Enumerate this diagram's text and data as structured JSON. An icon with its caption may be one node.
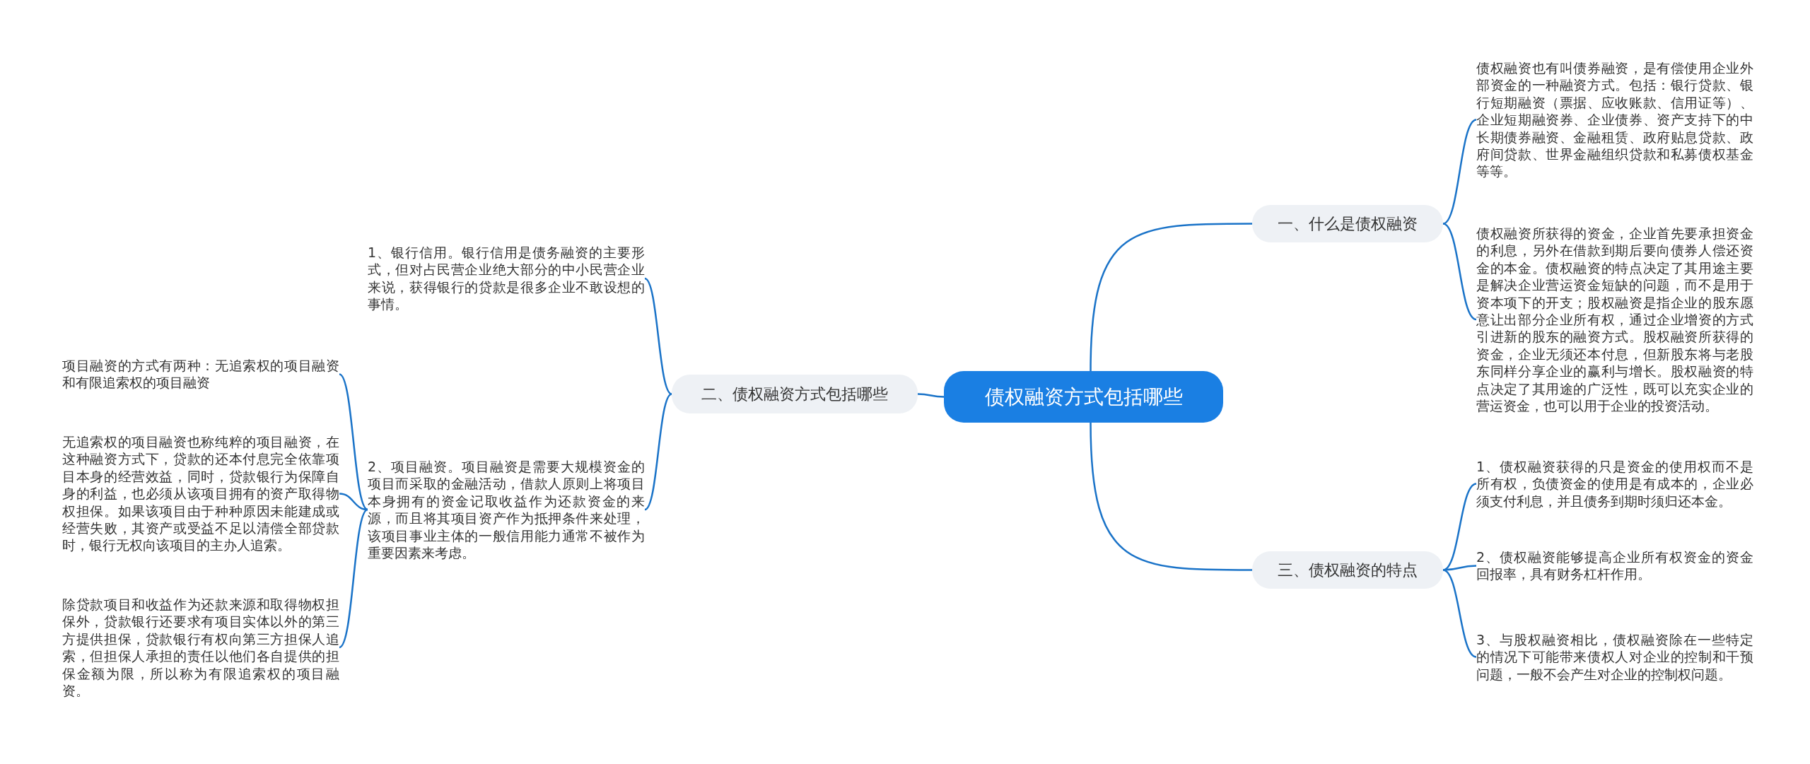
{
  "diagram": {
    "nodes": [
      {
        "text": [
          "债权融资方式包括哪些"
        ]
      },
      {
        "text": [
          "一、什么是债权融资"
        ]
      },
      {
        "text": [
          "债权融资也有叫债券融资，是有偿使用企业外部资金的一种融资方式。包括：银行贷款、银行短期融资（票据、应收账款、信用证等）、企业短期融资券、企业债券、资产支持下的中长期债券融资、金融租赁、政府贴息贷款、政府间贷款、世界金融组织贷款和私募债权基金等等。"
        ]
      },
      {
        "text": [
          "债权融资所获得的资金，企业首先要承担资金的利息，另外在借款到期后要向债券人偿还资金的本金。债权融资的特点决定了其用途主要是解决企业营运资金短缺的问题，而不是用于资本项下的开支；股权融资是指企业的股东愿意让出部分企业所有权，通过企业增资的方式引进新的股东的融资方式。股权融资所获得的资金，企业无须还本付息，但新股东将与老股东同样分享企业的赢利与增长。股权融资的特点决定了其用途的广泛性，既可以充实企业的营运资金，也可以用于企业的投资活动。"
        ]
      },
      {
        "text": [
          "三、债权融资的特点"
        ]
      },
      {
        "text": [
          "1、债权融资获得的只是资金的使用权而不是所有权，负债资金的使用是有成本的，企业必须支付利息，并且债务到期时须归还本金。"
        ]
      },
      {
        "text": [
          "2、债权融资能够提高企业所有权资金的资金回报率，具有财务杠杆作用。"
        ]
      },
      {
        "text": [
          "3、与股权融资相比，债权融资除在一些特定的情况下可能带来债权人对企业的控制和干预问题，一般不会产生对企业的控制权问题。"
        ]
      },
      {
        "text": [
          "二、债权融资方式包括哪些"
        ]
      },
      {
        "text": [
          "1、银行信用。银行信用是债务融资的主要形式，但对占民营企业绝大部分的中小民营企业来说，获得银行的贷款是很多企业不敢设想的事情。"
        ]
      },
      {
        "text": [
          "2、项目融资。项目融资是需要大规模资金的项目而采取的金融活动，借款人原则上将项目本身拥有的资金记取收益作为还款资金的来源，而且将其项目资产作为抵押条件来处理，该项目事业主体的一般信用能力通常不被作为重要因素来考虑。"
        ]
      },
      {
        "text": [
          "项目融资的方式有两种：无追索权的项目融资和有限追索权的项目融资"
        ]
      },
      {
        "text": [
          "无追索权的项目融资也称纯粹的项目融资，在这种融资方式下，贷款的还本付息完全依靠项目本身的经营效益，同时，贷款银行为保障自身的利益，也必须从该项目拥有的资产取得物权担保。如果该项目由于种种原因未能建成或经营失败，其资产或受益不足以清偿全部贷款时，银行无权向该项目的主办人追索。"
        ]
      },
      {
        "text": [
          "除贷款项目和收益作为还款来源和取得物权担保外，贷款银行还要求有项目实体以外的第三方提供担保，贷款银行有权向第三方担保人追索，但担保人承担的责任以他们各自提供的担保金额为限，所以称为有限追索权的项目融资。"
        ]
      }
    ],
    "edges": [
      {
        "from": 0,
        "to": 1,
        "arrow": "none"
      },
      {
        "from": 1,
        "to": 2,
        "arrow": "none"
      },
      {
        "from": 1,
        "to": 3,
        "arrow": "none"
      },
      {
        "from": 0,
        "to": 4,
        "arrow": "none"
      },
      {
        "from": 4,
        "to": 5,
        "arrow": "none"
      },
      {
        "from": 4,
        "to": 6,
        "arrow": "none"
      },
      {
        "from": 4,
        "to": 7,
        "arrow": "none"
      },
      {
        "from": 0,
        "to": 8,
        "arrow": "none"
      },
      {
        "from": 8,
        "to": 9,
        "arrow": "none"
      },
      {
        "from": 8,
        "to": 10,
        "arrow": "none"
      },
      {
        "from": 10,
        "to": 11,
        "arrow": "none"
      },
      {
        "from": 10,
        "to": 12,
        "arrow": "none"
      },
      {
        "from": 10,
        "to": 13,
        "arrow": "none"
      }
    ]
  }
}
